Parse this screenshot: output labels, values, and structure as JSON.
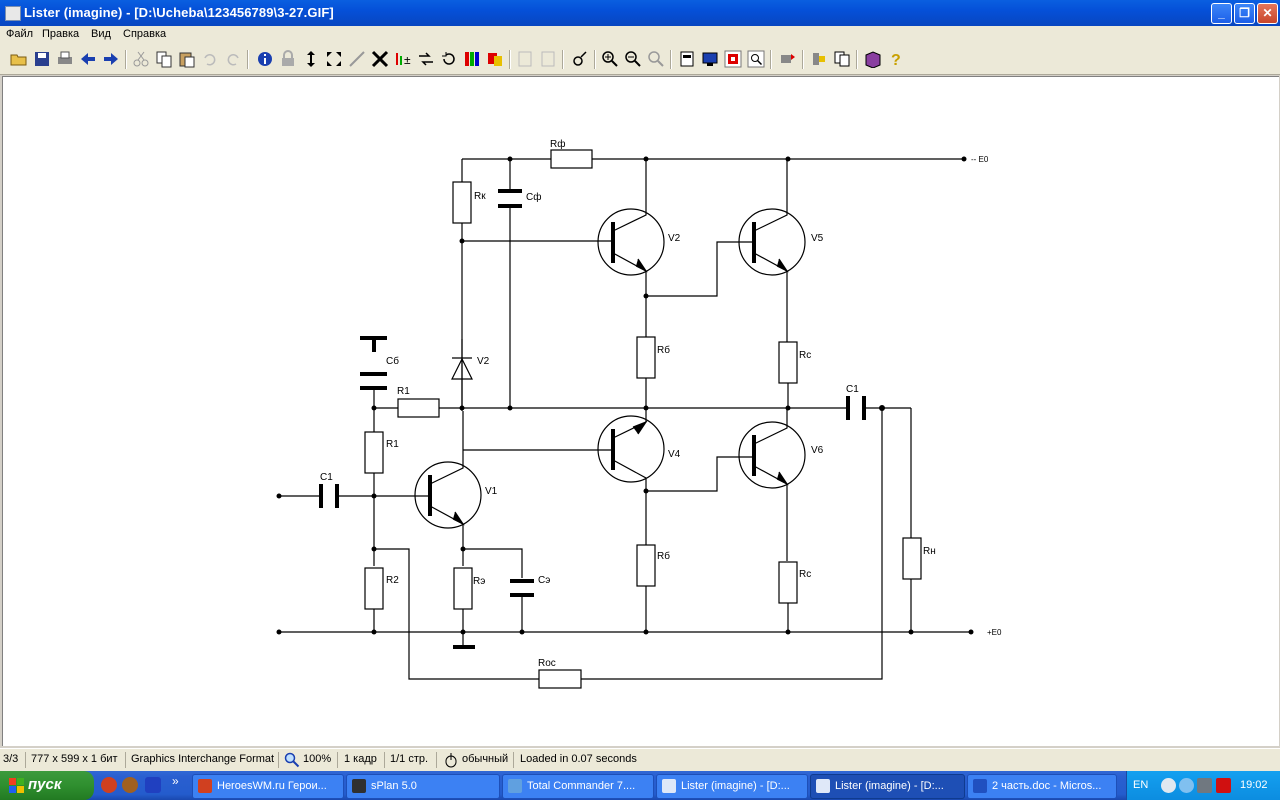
{
  "window": {
    "title": "Lister (imagine) - [D:\\Ucheba\\123456789\\3-27.GIF]",
    "minimize": "_",
    "maximize": "❐",
    "close": "✕"
  },
  "menu": {
    "items": [
      "Файл",
      "Правка",
      "Вид",
      "Справка"
    ]
  },
  "toolbar": {
    "icons": [
      "open-icon",
      "save-icon",
      "print-icon",
      "back-icon",
      "forward-icon",
      "cut-icon",
      "copy-icon",
      "paste-icon",
      "undo-icon",
      "redo-icon",
      "info-icon",
      "lock-icon",
      "fit-height-icon",
      "fit-all-icon",
      "crop-icon",
      "flip-icon",
      "adjust-icon",
      "rotate-right-icon",
      "rotate-icon",
      "palette-icon",
      "effects-icon",
      "prev-page-icon",
      "next-page-icon",
      "view-icon",
      "zoom-in-icon",
      "zoom-out-icon",
      "zoom-reset-icon",
      "fullscreen-icon",
      "monitor-icon",
      "print-preview-icon",
      "zoom-select-icon",
      "settings-icon",
      "tools-icon",
      "compare-icon",
      "book-icon",
      "help-icon"
    ]
  },
  "schematic": {
    "labels": {
      "rf": "Rф",
      "e0": "-- E0",
      "rk": "Rк",
      "cf": "Cф",
      "v2t": "V2",
      "v5": "V5",
      "rb1": "Rб",
      "rc1": "Rс",
      "cb": "Cб",
      "v2d": "V2",
      "r1a": "R1",
      "c1out": "C1",
      "r1b": "R1",
      "v4": "V4",
      "v6": "V6",
      "c1in": "C1",
      "v1": "V1",
      "rn": "Rн",
      "rb2": "Rб",
      "rc2": "Rс",
      "r2": "R2",
      "re": "Rэ",
      "ce": "Cэ",
      "pe0": "+E0",
      "ros": "Roc"
    }
  },
  "status": {
    "page": "3/3",
    "dims": "777 x 599 x 1 бит",
    "format": "Graphics Interchange Format",
    "zoom": "100%",
    "frames": "1 кадр",
    "pages": "1/1 стр.",
    "mode": "обычный",
    "loaded": "Loaded in 0.07 seconds"
  },
  "taskbar": {
    "start": "пуск",
    "more": "»",
    "tasks": [
      "HeroesWM.ru Герои...",
      "sPlan 5.0",
      "Total Commander 7....",
      "Lister (imagine) - [D:...",
      "Lister (imagine) - [D:...",
      "2 часть.doc - Micros..."
    ],
    "lang": "EN",
    "clock": "19:02"
  },
  "colors": {
    "titlebar": "#0550d8",
    "taskbar": "#245ccd",
    "start": "#2f8f2f",
    "tray": "#0c8de0"
  }
}
